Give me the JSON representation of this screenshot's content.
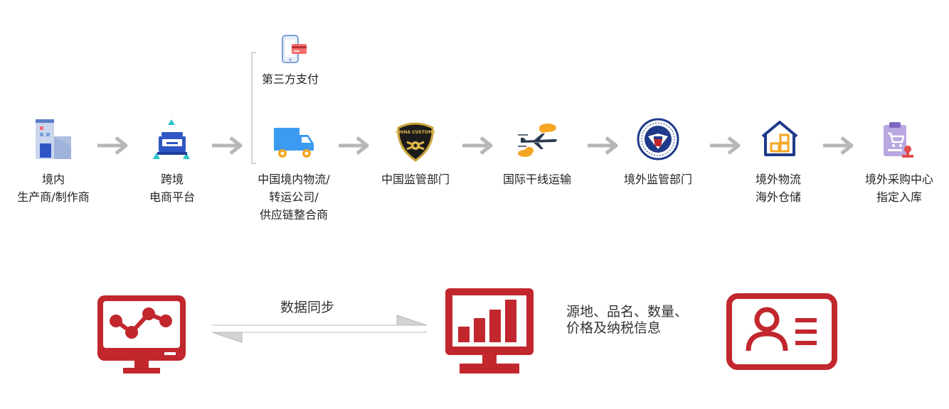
{
  "payment": {
    "label": "第三方支付",
    "icon": "mobile-payment-icon"
  },
  "flow": [
    {
      "id": "manufacturer",
      "icon": "factory-icon",
      "lines": [
        "境内",
        "生产商/制作商"
      ]
    },
    {
      "id": "ecommerce",
      "icon": "ecommerce-platform-icon",
      "lines": [
        "跨境",
        "电商平台"
      ]
    },
    {
      "id": "logistics",
      "icon": "delivery-truck-icon",
      "lines": [
        "中国境内物流/",
        "转运公司/",
        "供应链整合商"
      ]
    },
    {
      "id": "china-customs",
      "icon": "china-customs-badge-icon",
      "badge_text": "CHINA CUSTOMS",
      "lines": [
        "中国监管部门"
      ]
    },
    {
      "id": "international-freight",
      "icon": "airplane-icon",
      "lines": [
        "国际干线运输"
      ]
    },
    {
      "id": "foreign-regulator",
      "icon": "homeland-security-seal-icon",
      "lines": [
        "境外监管部门"
      ]
    },
    {
      "id": "overseas-warehouse",
      "icon": "warehouse-icon",
      "lines": [
        "境外物流",
        "海外仓储"
      ]
    },
    {
      "id": "purchasing-center",
      "icon": "clipboard-cart-icon",
      "lines": [
        "境外采购中心",
        "指定入库"
      ]
    }
  ],
  "sync": {
    "label": "数据同步"
  },
  "info": {
    "lines": [
      "源地、品名、数量、",
      "价格及纳税信息"
    ]
  },
  "colors": {
    "arrow": "#b7b7b7",
    "red": "#c1272d",
    "blue": "#3a8ee6",
    "teal": "#2bc4c8",
    "navy": "#1f3a8a",
    "orange": "#f5a623"
  }
}
